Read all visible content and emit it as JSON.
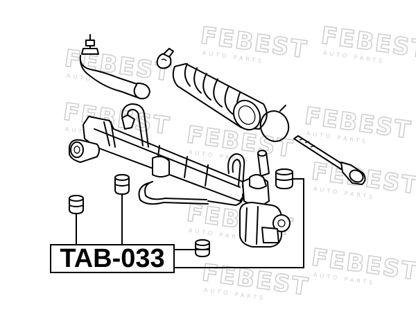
{
  "watermark": {
    "brand": "FEBEST",
    "sub": "AUTO PARTS"
  },
  "part_label": "TAB-033",
  "colors": {
    "line": "#000000",
    "watermark": "#cfcfcf",
    "background": "#ffffff"
  }
}
